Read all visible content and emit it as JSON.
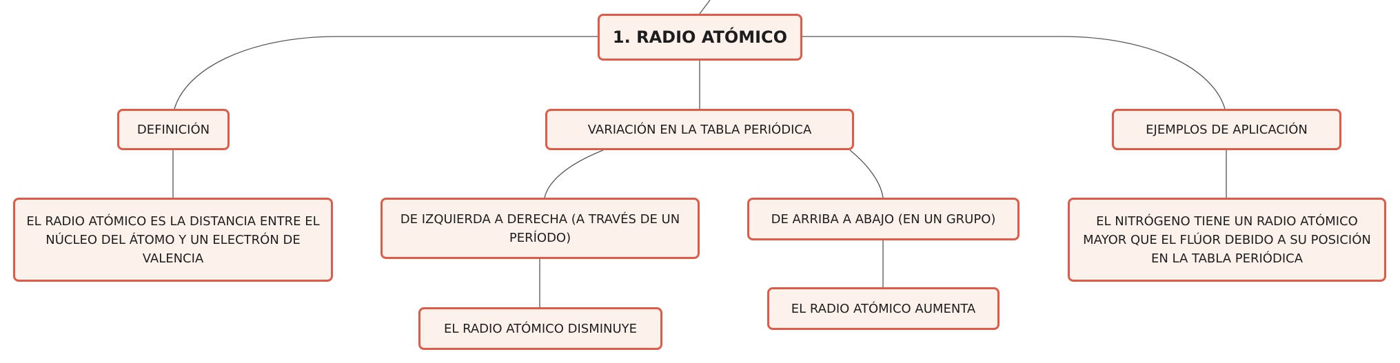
{
  "colors": {
    "node_fill": "#fdf1ec",
    "node_border": "#e05b47",
    "connector": "#555555",
    "text": "#1d1d1d"
  },
  "nodes": {
    "root": "1. RADIO ATÓMICO",
    "definicion": "DEFINICIÓN",
    "variacion": "VARIACIÓN EN LA TABLA PERIÓDICA",
    "ejemplos": "EJEMPLOS DE APLICACIÓN",
    "definicion_texto": "EL RADIO ATÓMICO ES LA DISTANCIA ENTRE EL NÚCLEO DEL ÁTOMO Y UN ELECTRÓN DE VALENCIA",
    "izq_der": "DE IZQUIERDA A DERECHA (A TRAVÉS DE UN PERÍODO)",
    "arriba_abajo": "DE ARRIBA A ABAJO (EN UN GRUPO)",
    "ejemplo_texto": "EL NITRÓGENO TIENE UN RADIO ATÓMICO MAYOR QUE EL FLÚOR DEBIDO A SU POSICIÓN EN LA TABLA PERIÓDICA",
    "disminuye": "EL RADIO ATÓMICO DISMINUYE",
    "aumenta": "EL RADIO ATÓMICO AUMENTA"
  }
}
